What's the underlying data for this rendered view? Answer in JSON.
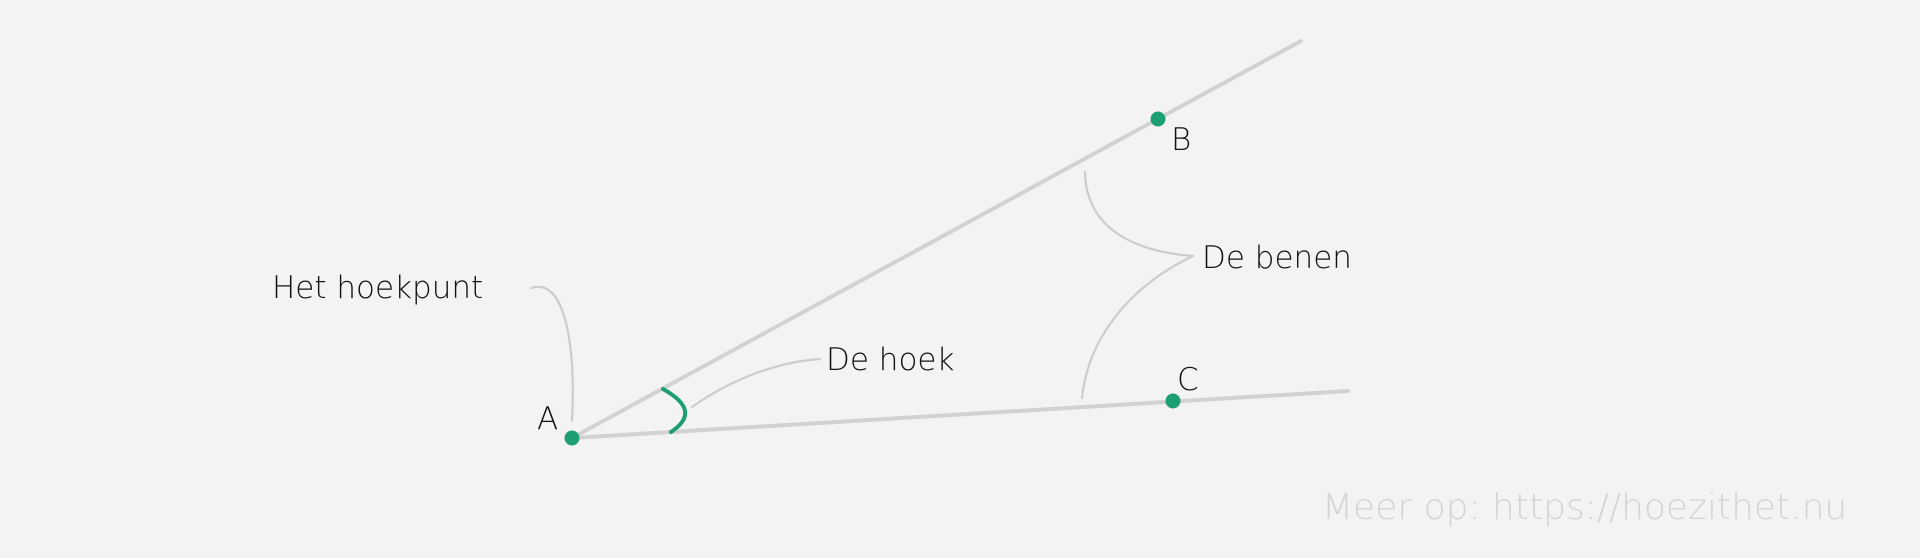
{
  "labels": {
    "hoekpunt": "Het hoekpunt",
    "hoek": "De hoek",
    "benen": "De benen",
    "point_a": "A",
    "point_b": "B",
    "point_c": "C"
  },
  "watermark": "Meer op: https://hoezithet.nu",
  "colors": {
    "background": "#f3f3f3",
    "ray": "#d2d2d2",
    "callout": "#cccccc",
    "accent": "#1e9e73",
    "text": "#111111",
    "watermark": "#d4d4d4"
  }
}
